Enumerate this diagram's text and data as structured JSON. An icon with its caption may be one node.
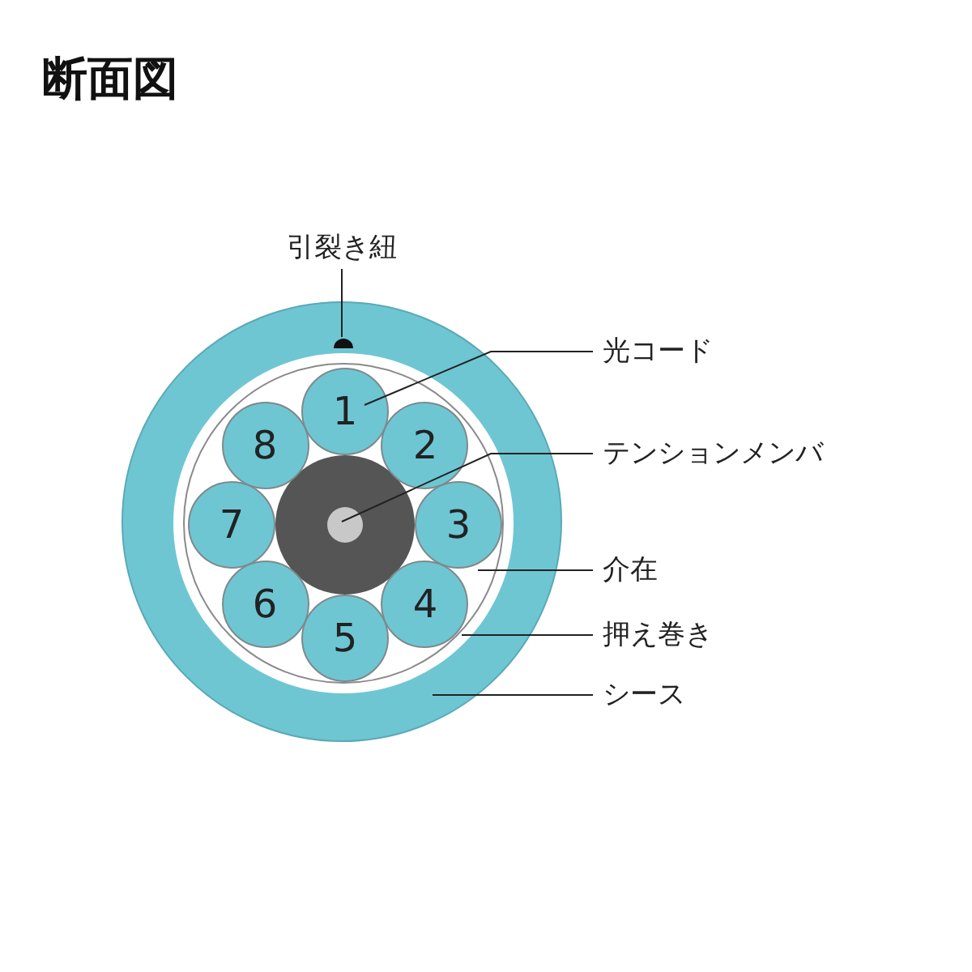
{
  "diagram": {
    "title": "断面図",
    "nodes": [
      {
        "text": [
          "引裂き紐"
        ]
      },
      {
        "text": [],
        "shape": "circle",
        "in": 7
      },
      {
        "text": [
          "光コード"
        ]
      },
      {
        "text": [
          "テンションメンバ"
        ]
      },
      {
        "text": [
          "介在"
        ]
      },
      {
        "text": [
          "押え巻き"
        ]
      },
      {
        "text": [
          "シース"
        ]
      },
      {
        "text": [],
        "shape": "circle"
      },
      {
        "text": [],
        "shape": "circle",
        "in": 7
      },
      {
        "text": [],
        "shape": "circle",
        "in": 8
      },
      {
        "text": [],
        "shape": "circle",
        "in": 9
      },
      {
        "text": [
          "1"
        ],
        "in": 9
      },
      {
        "text": [
          "2"
        ],
        "in": 9
      },
      {
        "text": [
          "3"
        ],
        "in": 9
      },
      {
        "text": [
          "4"
        ],
        "in": 9
      },
      {
        "text": [
          "5"
        ],
        "in": 9
      },
      {
        "text": [
          "6"
        ],
        "in": 9
      },
      {
        "text": [
          "7"
        ],
        "in": 9
      },
      {
        "text": [
          "8"
        ],
        "in": 9
      }
    ],
    "edges": [
      {
        "from": 0,
        "to": 1,
        "arrow": "none"
      },
      {
        "from": 2,
        "to": 11,
        "arrow": "none"
      },
      {
        "from": 3,
        "to": 10,
        "arrow": "none"
      },
      {
        "from": 4,
        "to": 9,
        "arrow": "none"
      },
      {
        "from": 5,
        "to": 8,
        "arrow": "none"
      },
      {
        "from": 6,
        "to": 7,
        "arrow": "none"
      }
    ]
  }
}
